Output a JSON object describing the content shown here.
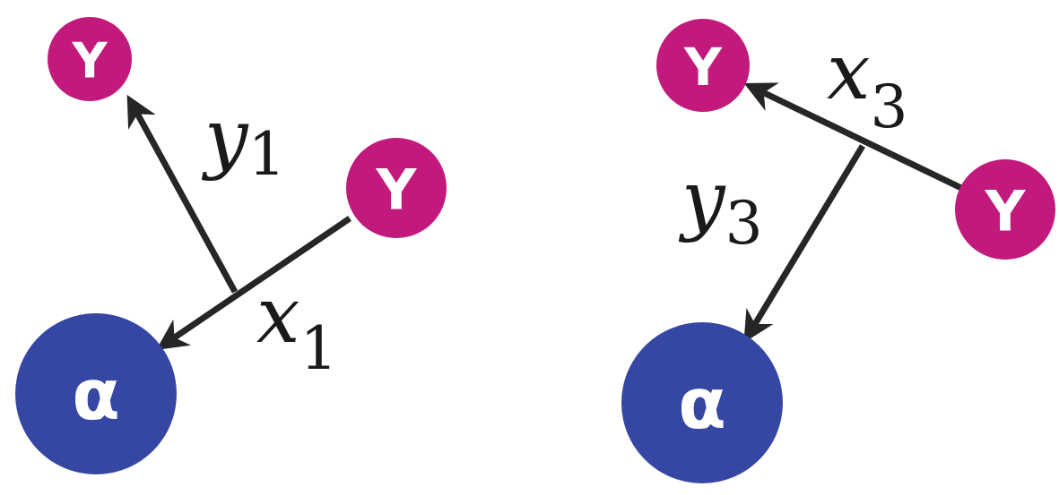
{
  "colors": {
    "alpha_node": "#3546a3",
    "y_node": "#c21a7c",
    "arrow": "#262626"
  },
  "panels": [
    {
      "alpha_label": "α",
      "y_top_label": "Y",
      "y_right_label": "Y",
      "label_a": {
        "base": "y",
        "sub": "1"
      },
      "label_b": {
        "base": "x",
        "sub": "1"
      }
    },
    {
      "alpha_label": "α",
      "y_top_label": "Y",
      "y_right_label": "Y",
      "label_a": {
        "base": "x",
        "sub": "3"
      },
      "label_b": {
        "base": "y",
        "sub": "3"
      }
    }
  ]
}
